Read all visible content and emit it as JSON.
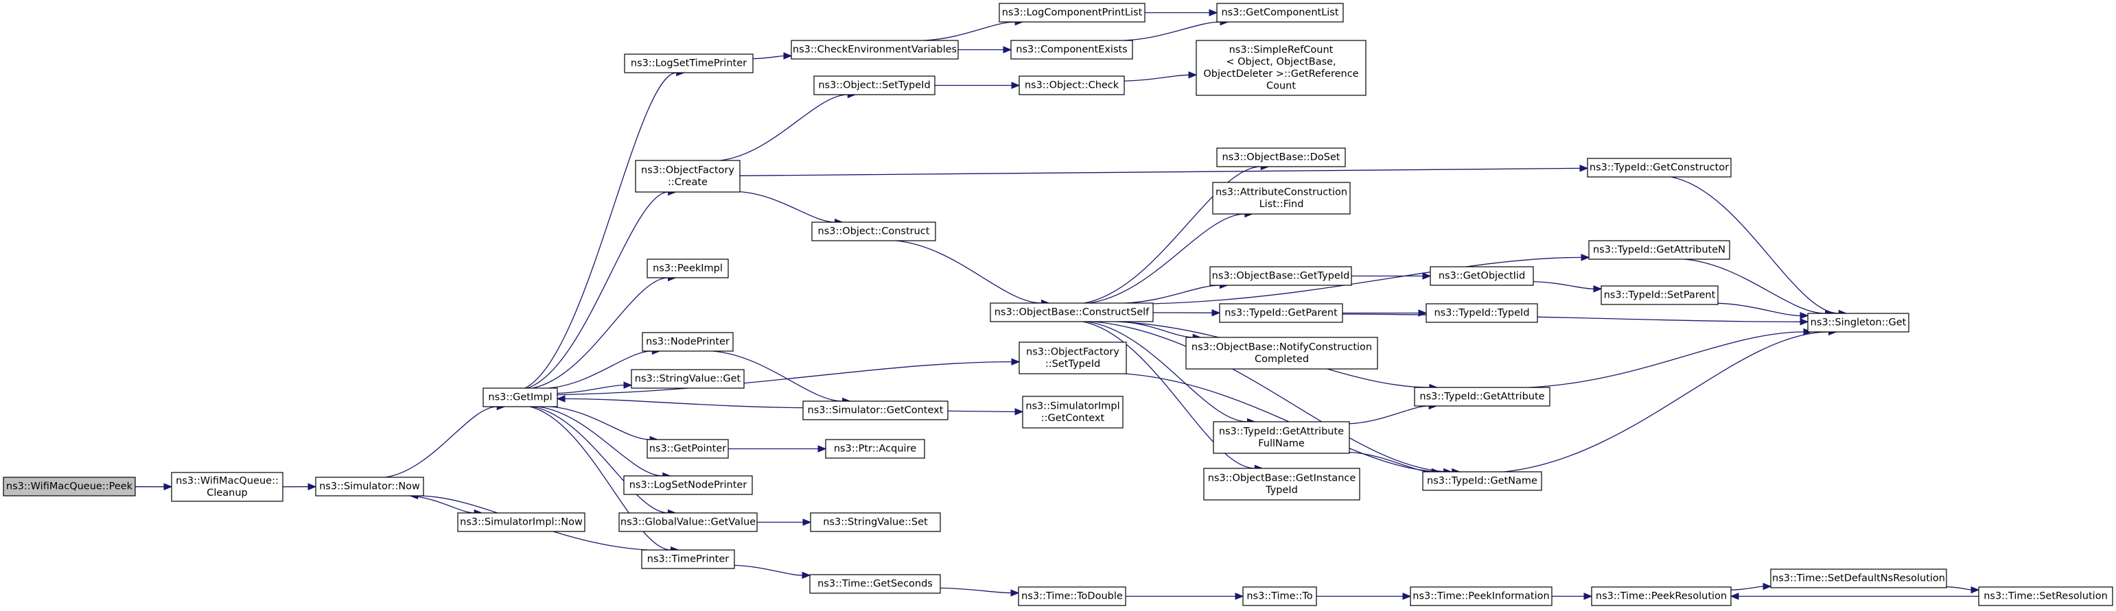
{
  "diagram": {
    "root": "ns3::WifiMacQueue::Peek",
    "edge_color": "#191970",
    "node_fill": "#ffffff",
    "root_fill": "#bfbfbf",
    "nodes": [
      {
        "id": "peek",
        "lines": [
          "ns3::WifiMacQueue::Peek"
        ]
      },
      {
        "id": "cleanup",
        "lines": [
          "ns3::WifiMacQueue::",
          "Cleanup"
        ]
      },
      {
        "id": "simnow",
        "lines": [
          "ns3::Simulator::Now"
        ]
      },
      {
        "id": "simimplnow",
        "lines": [
          "ns3::SimulatorImpl::Now"
        ]
      },
      {
        "id": "getimpl",
        "lines": [
          "ns3::GetImpl"
        ]
      },
      {
        "id": "logsettimeprinter",
        "lines": [
          "ns3::LogSetTimePrinter"
        ]
      },
      {
        "id": "checkenv",
        "lines": [
          "ns3::CheckEnvironmentVariables"
        ]
      },
      {
        "id": "logcompprintlist",
        "lines": [
          "ns3::LogComponentPrintList"
        ]
      },
      {
        "id": "getcomplist",
        "lines": [
          "ns3::GetComponentList"
        ]
      },
      {
        "id": "compexists",
        "lines": [
          "ns3::ComponentExists"
        ]
      },
      {
        "id": "objsettypeid",
        "lines": [
          "ns3::Object::SetTypeId"
        ]
      },
      {
        "id": "objcheck",
        "lines": [
          "ns3::Object::Check"
        ]
      },
      {
        "id": "simplerefcount",
        "lines": [
          "ns3::SimpleRefCount",
          "< Object, ObjectBase,",
          "ObjectDeleter >::GetReference",
          "Count"
        ]
      },
      {
        "id": "objfactcreate",
        "lines": [
          "ns3::ObjectFactory",
          "::Create"
        ]
      },
      {
        "id": "getconstructor",
        "lines": [
          "ns3::TypeId::GetConstructor"
        ]
      },
      {
        "id": "objconstruct",
        "lines": [
          "ns3::Object::Construct"
        ]
      },
      {
        "id": "peekimpl",
        "lines": [
          "ns3::PeekImpl"
        ]
      },
      {
        "id": "objbasedoset",
        "lines": [
          "ns3::ObjectBase::DoSet"
        ]
      },
      {
        "id": "attrconstlistfind",
        "lines": [
          "ns3::AttributeConstruction",
          "List::Find"
        ]
      },
      {
        "id": "getattributen",
        "lines": [
          "ns3::TypeId::GetAttributeN"
        ]
      },
      {
        "id": "objbasegettypeid",
        "lines": [
          "ns3::ObjectBase::GetTypeId"
        ]
      },
      {
        "id": "getobjectiid",
        "lines": [
          "ns3::GetObjectIid"
        ]
      },
      {
        "id": "setparent",
        "lines": [
          "ns3::TypeId::SetParent"
        ]
      },
      {
        "id": "constructself",
        "lines": [
          "ns3::ObjectBase::ConstructSelf"
        ]
      },
      {
        "id": "getparent",
        "lines": [
          "ns3::TypeId::GetParent"
        ]
      },
      {
        "id": "typeidctor",
        "lines": [
          "ns3::TypeId::TypeId"
        ]
      },
      {
        "id": "singletonget",
        "lines": [
          "ns3::Singleton::Get"
        ]
      },
      {
        "id": "nodeprinter",
        "lines": [
          "ns3::NodePrinter"
        ]
      },
      {
        "id": "objfactsettypeid",
        "lines": [
          "ns3::ObjectFactory",
          "::SetTypeId"
        ]
      },
      {
        "id": "notifyconst",
        "lines": [
          "ns3::ObjectBase::NotifyConstruction",
          "Completed"
        ]
      },
      {
        "id": "stringvalueget",
        "lines": [
          "ns3::StringValue::Get"
        ]
      },
      {
        "id": "getattribute",
        "lines": [
          "ns3::TypeId::GetAttribute"
        ]
      },
      {
        "id": "simgetcontext",
        "lines": [
          "ns3::Simulator::GetContext"
        ]
      },
      {
        "id": "simimplgetcontext",
        "lines": [
          "ns3::SimulatorImpl",
          "::GetContext"
        ]
      },
      {
        "id": "getattrfullname",
        "lines": [
          "ns3::TypeId::GetAttribute",
          "FullName"
        ]
      },
      {
        "id": "getpointer",
        "lines": [
          "ns3::GetPointer"
        ]
      },
      {
        "id": "ptracquire",
        "lines": [
          "ns3::Ptr::Acquire"
        ]
      },
      {
        "id": "getinstancetypeid",
        "lines": [
          "ns3::ObjectBase::GetInstance",
          "TypeId"
        ]
      },
      {
        "id": "getname",
        "lines": [
          "ns3::TypeId::GetName"
        ]
      },
      {
        "id": "logsetnodeprinter",
        "lines": [
          "ns3::LogSetNodePrinter"
        ]
      },
      {
        "id": "globalvalueget",
        "lines": [
          "ns3::GlobalValue::GetValue"
        ]
      },
      {
        "id": "stringvalueset",
        "lines": [
          "ns3::StringValue::Set"
        ]
      },
      {
        "id": "timeprinter",
        "lines": [
          "ns3::TimePrinter"
        ]
      },
      {
        "id": "getseconds",
        "lines": [
          "ns3::Time::GetSeconds"
        ]
      },
      {
        "id": "todouble",
        "lines": [
          "ns3::Time::ToDouble"
        ]
      },
      {
        "id": "timeto",
        "lines": [
          "ns3::Time::To"
        ]
      },
      {
        "id": "peekinfo",
        "lines": [
          "ns3::Time::PeekInformation"
        ]
      },
      {
        "id": "peekres",
        "lines": [
          "ns3::Time::PeekResolution"
        ]
      },
      {
        "id": "setdefaultns",
        "lines": [
          "ns3::Time::SetDefaultNsResolution"
        ]
      },
      {
        "id": "setresolution",
        "lines": [
          "ns3::Time::SetResolution"
        ]
      }
    ],
    "edges": [
      [
        "peek",
        "cleanup"
      ],
      [
        "cleanup",
        "simnow"
      ],
      [
        "simnow",
        "getimpl"
      ],
      [
        "simnow",
        "simimplnow"
      ],
      [
        "getimpl",
        "logsettimeprinter"
      ],
      [
        "getimpl",
        "objfactcreate"
      ],
      [
        "getimpl",
        "peekimpl"
      ],
      [
        "getimpl",
        "objfactsettypeid"
      ],
      [
        "getimpl",
        "nodeprinter"
      ],
      [
        "getimpl",
        "stringvalueget"
      ],
      [
        "getimpl",
        "getpointer"
      ],
      [
        "getimpl",
        "logsetnodeprinter"
      ],
      [
        "getimpl",
        "globalvalueget"
      ],
      [
        "getimpl",
        "timeprinter"
      ],
      [
        "logsettimeprinter",
        "checkenv"
      ],
      [
        "checkenv",
        "logcompprintlist"
      ],
      [
        "checkenv",
        "compexists"
      ],
      [
        "logcompprintlist",
        "getcomplist"
      ],
      [
        "compexists",
        "getcomplist"
      ],
      [
        "objfactcreate",
        "objsettypeid"
      ],
      [
        "objfactcreate",
        "getconstructor"
      ],
      [
        "objfactcreate",
        "objconstruct"
      ],
      [
        "objsettypeid",
        "objcheck"
      ],
      [
        "objcheck",
        "simplerefcount"
      ],
      [
        "getconstructor",
        "singletonget"
      ],
      [
        "objconstruct",
        "constructself"
      ],
      [
        "constructself",
        "objbasedoset"
      ],
      [
        "constructself",
        "attrconstlistfind"
      ],
      [
        "constructself",
        "getattributen"
      ],
      [
        "constructself",
        "objbasegettypeid"
      ],
      [
        "constructself",
        "getparent"
      ],
      [
        "constructself",
        "notifyconst"
      ],
      [
        "constructself",
        "getattribute"
      ],
      [
        "constructself",
        "getattrfullname"
      ],
      [
        "constructself",
        "getinstancetypeid"
      ],
      [
        "constructself",
        "getname"
      ],
      [
        "getattributen",
        "singletonget"
      ],
      [
        "objbasegettypeid",
        "getobjectiid"
      ],
      [
        "getobjectiid",
        "setparent"
      ],
      [
        "setparent",
        "singletonget"
      ],
      [
        "getparent",
        "typeidctor"
      ],
      [
        "getparent",
        "singletonget"
      ],
      [
        "nodeprinter",
        "simgetcontext"
      ],
      [
        "simgetcontext",
        "getimpl"
      ],
      [
        "simgetcontext",
        "simimplgetcontext"
      ],
      [
        "objfactsettypeid",
        "getname"
      ],
      [
        "getattribute",
        "singletonget"
      ],
      [
        "getattrfullname",
        "getattribute"
      ],
      [
        "getattrfullname",
        "getname"
      ],
      [
        "getname",
        "singletonget"
      ],
      [
        "getpointer",
        "ptracquire"
      ],
      [
        "globalvalueget",
        "stringvalueset"
      ],
      [
        "timeprinter",
        "simnow"
      ],
      [
        "timeprinter",
        "getseconds"
      ],
      [
        "getseconds",
        "todouble"
      ],
      [
        "todouble",
        "timeto"
      ],
      [
        "timeto",
        "peekinfo"
      ],
      [
        "peekinfo",
        "peekres"
      ],
      [
        "peekres",
        "setdefaultns"
      ],
      [
        "setdefaultns",
        "setresolution"
      ],
      [
        "setresolution",
        "peekres"
      ]
    ]
  }
}
